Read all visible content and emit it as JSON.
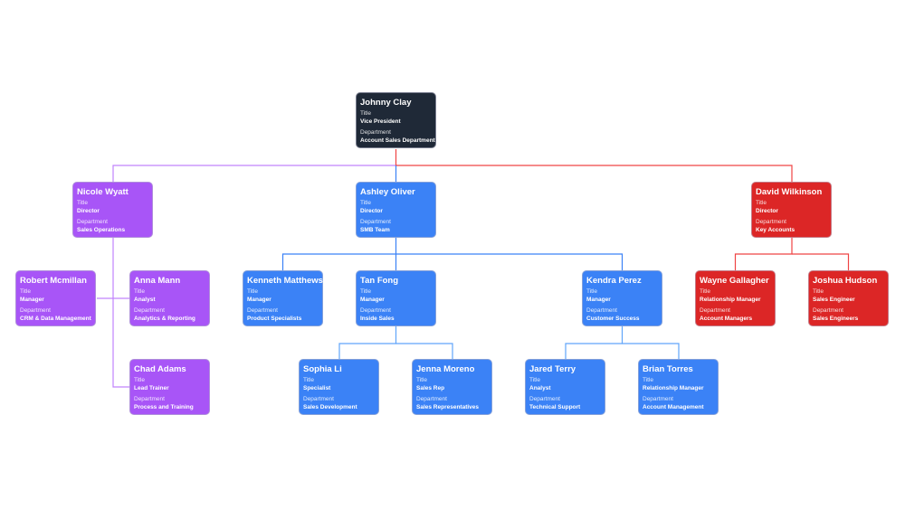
{
  "labels": {
    "title": "Title",
    "department": "Department"
  },
  "colors": {
    "root": "#1f2937",
    "operations": "#a855f7",
    "smb": "#3b82f6",
    "key_accounts": "#dc2626"
  },
  "nodes": {
    "johnny": {
      "name": "Johnny Clay",
      "title": "Vice President",
      "department": "Account Sales Department"
    },
    "nicole": {
      "name": "Nicole Wyatt",
      "title": "Director",
      "department": "Sales Operations"
    },
    "ashley": {
      "name": "Ashley Oliver",
      "title": "Director",
      "department": "SMB Team"
    },
    "david": {
      "name": "David Wilkinson",
      "title": "Director",
      "department": "Key Accounts"
    },
    "robert": {
      "name": "Robert Mcmillan",
      "title": "Manager",
      "department": "CRM & Data Management"
    },
    "anna": {
      "name": "Anna Mann",
      "title": "Analyst",
      "department": "Analytics & Reporting"
    },
    "chad": {
      "name": "Chad Adams",
      "title": "Lead Trainer",
      "department": "Process and Training"
    },
    "kenneth": {
      "name": "Kenneth Matthews",
      "title": "Manager",
      "department": "Product Specialists"
    },
    "tan": {
      "name": "Tan Fong",
      "title": "Manager",
      "department": "Inside Sales"
    },
    "kendra": {
      "name": "Kendra Perez",
      "title": "Manager",
      "department": "Customer Success"
    },
    "sophia": {
      "name": "Sophia Li",
      "title": "Specialist",
      "department": "Sales Development"
    },
    "jenna": {
      "name": "Jenna Moreno",
      "title": "Sales Rep",
      "department": "Sales Representatives"
    },
    "jared": {
      "name": "Jared Terry",
      "title": "Analyst",
      "department": "Technical Support"
    },
    "brian": {
      "name": "Brian Torres",
      "title": "Relationship Manager",
      "department": "Account Management"
    },
    "wayne": {
      "name": "Wayne Gallagher",
      "title": "Relationship Manager",
      "department": "Account Managers"
    },
    "joshua": {
      "name": "Joshua Hudson",
      "title": "Sales Engineer",
      "department": "Sales Engineers"
    }
  }
}
